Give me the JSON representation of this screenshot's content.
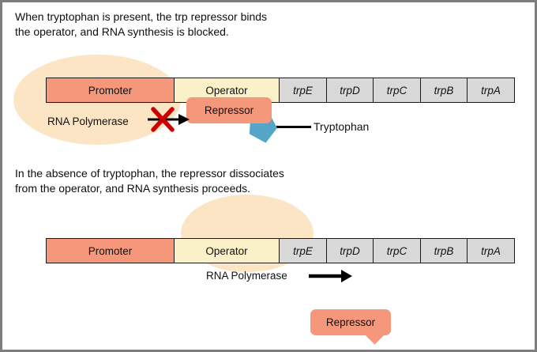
{
  "colors": {
    "promoter_fill": "#F4977B",
    "operator_fill": "#FBF1C8",
    "gene_fill": "#D9D9D9",
    "repressor_fill": "#F4977B",
    "halo_fill": "#FCE5C5",
    "tryptophan_fill": "#55A5C6",
    "blocked_x": "#CC0000",
    "arrow": "#000000",
    "frame_border": "#7D7D7D"
  },
  "panel1": {
    "caption": [
      "When tryptophan is present, the trp repressor binds",
      "the operator, and RNA synthesis is blocked."
    ],
    "bar": {
      "promoter": "Promoter",
      "operator": "Operator",
      "genes": [
        "trpE",
        "trpD",
        "trpC",
        "trpB",
        "trpA"
      ]
    },
    "rna_polymerase": "RNA Polymerase",
    "repressor": "Repressor",
    "tryptophan": "Tryptophan"
  },
  "panel2": {
    "caption": [
      "In the absence of tryptophan, the repressor dissociates",
      "from the operator, and RNA synthesis proceeds."
    ],
    "bar": {
      "promoter": "Promoter",
      "operator": "Operator",
      "genes": [
        "trpE",
        "trpD",
        "trpC",
        "trpB",
        "trpA"
      ]
    },
    "rna_polymerase": "RNA Polymerase",
    "repressor": "Repressor"
  }
}
